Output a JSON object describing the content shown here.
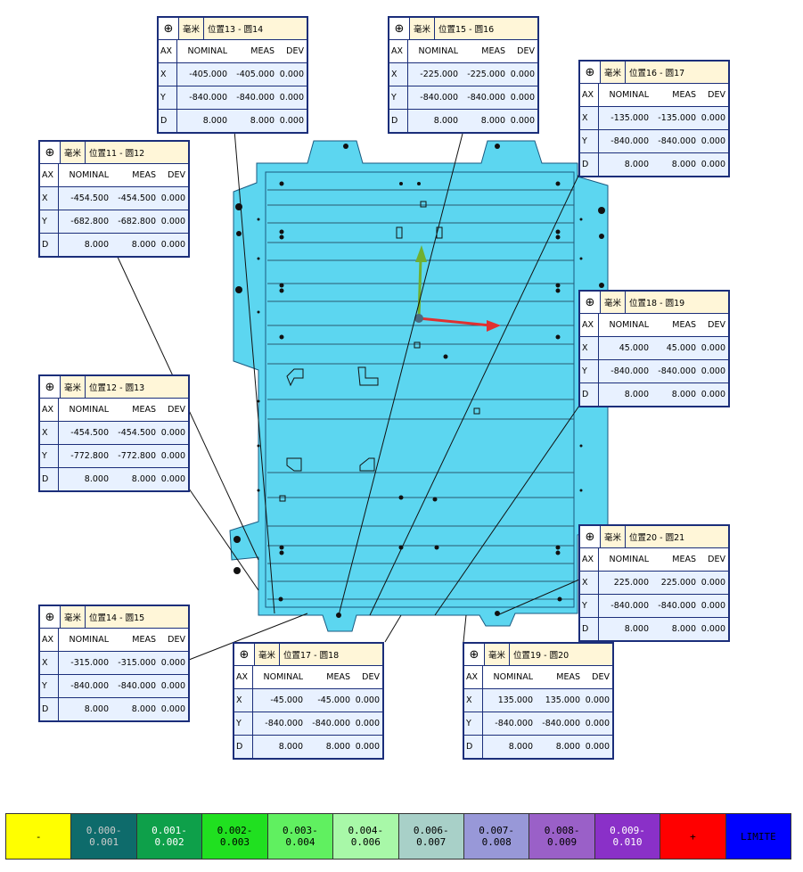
{
  "callouts": [
    {
      "title": "位置13 - 圆14",
      "unit": "毫米",
      "col_headers": [
        "AX",
        "NOMINAL",
        "MEAS",
        "DEV"
      ],
      "rows": [
        [
          "X",
          "-405.000",
          "-405.000",
          "0.000"
        ],
        [
          "Y",
          "-840.000",
          "-840.000",
          "0.000"
        ],
        [
          "D",
          "8.000",
          "8.000",
          "0.000"
        ]
      ]
    },
    {
      "title": "位置15 - 圆16",
      "unit": "毫米",
      "col_headers": [
        "AX",
        "NOMINAL",
        "MEAS",
        "DEV"
      ],
      "rows": [
        [
          "X",
          "-225.000",
          "-225.000",
          "0.000"
        ],
        [
          "Y",
          "-840.000",
          "-840.000",
          "0.000"
        ],
        [
          "D",
          "8.000",
          "8.000",
          "0.000"
        ]
      ]
    },
    {
      "title": "位置16 - 圆17",
      "unit": "毫米",
      "col_headers": [
        "AX",
        "NOMINAL",
        "MEAS",
        "DEV"
      ],
      "rows": [
        [
          "X",
          "-135.000",
          "-135.000",
          "0.000"
        ],
        [
          "Y",
          "-840.000",
          "-840.000",
          "0.000"
        ],
        [
          "D",
          "8.000",
          "8.000",
          "0.000"
        ]
      ]
    },
    {
      "title": "位置11 - 圆12",
      "unit": "毫米",
      "col_headers": [
        "AX",
        "NOMINAL",
        "MEAS",
        "DEV"
      ],
      "rows": [
        [
          "X",
          "-454.500",
          "-454.500",
          "0.000"
        ],
        [
          "Y",
          "-682.800",
          "-682.800",
          "0.000"
        ],
        [
          "D",
          "8.000",
          "8.000",
          "0.000"
        ]
      ]
    },
    {
      "title": "位置18 - 圆19",
      "unit": "毫米",
      "col_headers": [
        "AX",
        "NOMINAL",
        "MEAS",
        "DEV"
      ],
      "rows": [
        [
          "X",
          "45.000",
          "45.000",
          "0.000"
        ],
        [
          "Y",
          "-840.000",
          "-840.000",
          "0.000"
        ],
        [
          "D",
          "8.000",
          "8.000",
          "0.000"
        ]
      ]
    },
    {
      "title": "位置12 - 圆13",
      "unit": "毫米",
      "col_headers": [
        "AX",
        "NOMINAL",
        "MEAS",
        "DEV"
      ],
      "rows": [
        [
          "X",
          "-454.500",
          "-454.500",
          "0.000"
        ],
        [
          "Y",
          "-772.800",
          "-772.800",
          "0.000"
        ],
        [
          "D",
          "8.000",
          "8.000",
          "0.000"
        ]
      ]
    },
    {
      "title": "位置20 - 圆21",
      "unit": "毫米",
      "col_headers": [
        "AX",
        "NOMINAL",
        "MEAS",
        "DEV"
      ],
      "rows": [
        [
          "X",
          "225.000",
          "225.000",
          "0.000"
        ],
        [
          "Y",
          "-840.000",
          "-840.000",
          "0.000"
        ],
        [
          "D",
          "8.000",
          "8.000",
          "0.000"
        ]
      ]
    },
    {
      "title": "位置14 - 圆15",
      "unit": "毫米",
      "col_headers": [
        "AX",
        "NOMINAL",
        "MEAS",
        "DEV"
      ],
      "rows": [
        [
          "X",
          "-315.000",
          "-315.000",
          "0.000"
        ],
        [
          "Y",
          "-840.000",
          "-840.000",
          "0.000"
        ],
        [
          "D",
          "8.000",
          "8.000",
          "0.000"
        ]
      ]
    },
    {
      "title": "位置17 - 圆18",
      "unit": "毫米",
      "col_headers": [
        "AX",
        "NOMINAL",
        "MEAS",
        "DEV"
      ],
      "rows": [
        [
          "X",
          "-45.000",
          "-45.000",
          "0.000"
        ],
        [
          "Y",
          "-840.000",
          "-840.000",
          "0.000"
        ],
        [
          "D",
          "8.000",
          "8.000",
          "0.000"
        ]
      ]
    },
    {
      "title": "位置19 - 圆20",
      "unit": "毫米",
      "col_headers": [
        "AX",
        "NOMINAL",
        "MEAS",
        "DEV"
      ],
      "rows": [
        [
          "X",
          "135.000",
          "135.000",
          "0.000"
        ],
        [
          "Y",
          "-840.000",
          "-840.000",
          "0.000"
        ],
        [
          "D",
          "8.000",
          "8.000",
          "0.000"
        ]
      ]
    }
  ],
  "legend": [
    {
      "label": "-",
      "color": "#ffff00",
      "text": "#000"
    },
    {
      "label": "0.000-\n0.001",
      "color": "#0e6b6b",
      "text": "#ccc"
    },
    {
      "label": "0.001-\n0.002",
      "color": "#0ea04a",
      "text": "#fff"
    },
    {
      "label": "0.002-\n0.003",
      "color": "#20e020",
      "text": "#000"
    },
    {
      "label": "0.003-\n0.004",
      "color": "#60f060",
      "text": "#000"
    },
    {
      "label": "0.004-\n0.006",
      "color": "#a8f8a8",
      "text": "#000"
    },
    {
      "label": "0.006-\n0.007",
      "color": "#a8d0c8",
      "text": "#000"
    },
    {
      "label": "0.007-\n0.008",
      "color": "#9898d8",
      "text": "#000"
    },
    {
      "label": "0.008-\n0.009",
      "color": "#9a60c8",
      "text": "#000"
    },
    {
      "label": "0.009-\n0.010",
      "color": "#8a30c8",
      "text": "#fff"
    },
    {
      "label": "+",
      "color": "#ff0000",
      "text": "#000"
    },
    {
      "label": "LIMITE",
      "color": "#0000ff",
      "text": "#000"
    }
  ],
  "colors": {
    "part_fill": "#5cd6f0",
    "part_stroke": "#1a5a80",
    "axis_x": "#e03030",
    "axis_y": "#70b030"
  }
}
